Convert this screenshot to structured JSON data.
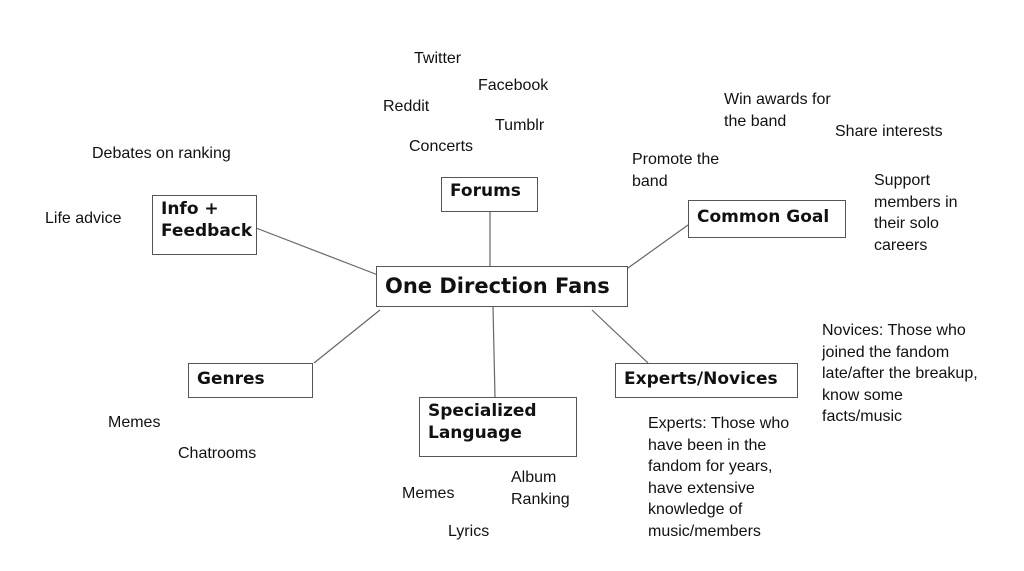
{
  "center": "One Direction Fans",
  "branches": {
    "forums": "Forums",
    "info": "Info +\nFeedback",
    "goal": "Common Goal",
    "genres": "Genres",
    "language": "Specialized\nLanguage",
    "experts": "Experts/Novices"
  },
  "notes": {
    "twitter": "Twitter",
    "facebook": "Facebook",
    "reddit": "Reddit",
    "tumblr": "Tumblr",
    "concerts": "Concerts",
    "debates": "Debates on ranking",
    "life": "Life advice",
    "awards": "Win awards for\nthe band",
    "share": "Share interests",
    "promote": "Promote the\nband",
    "support": "Support\nmembers in\ntheir solo\ncareers",
    "novices": "Novices: Those who\njoined the fandom\nlate/after the breakup,\nknow some\nfacts/music",
    "experts": "Experts: Those who\nhave been in the\nfandom for years,\nhave extensive\nknowledge of\nmusic/members",
    "memes1": "Memes",
    "chatrooms": "Chatrooms",
    "memes2": "Memes",
    "album": "Album\nRanking",
    "lyrics": "Lyrics"
  }
}
